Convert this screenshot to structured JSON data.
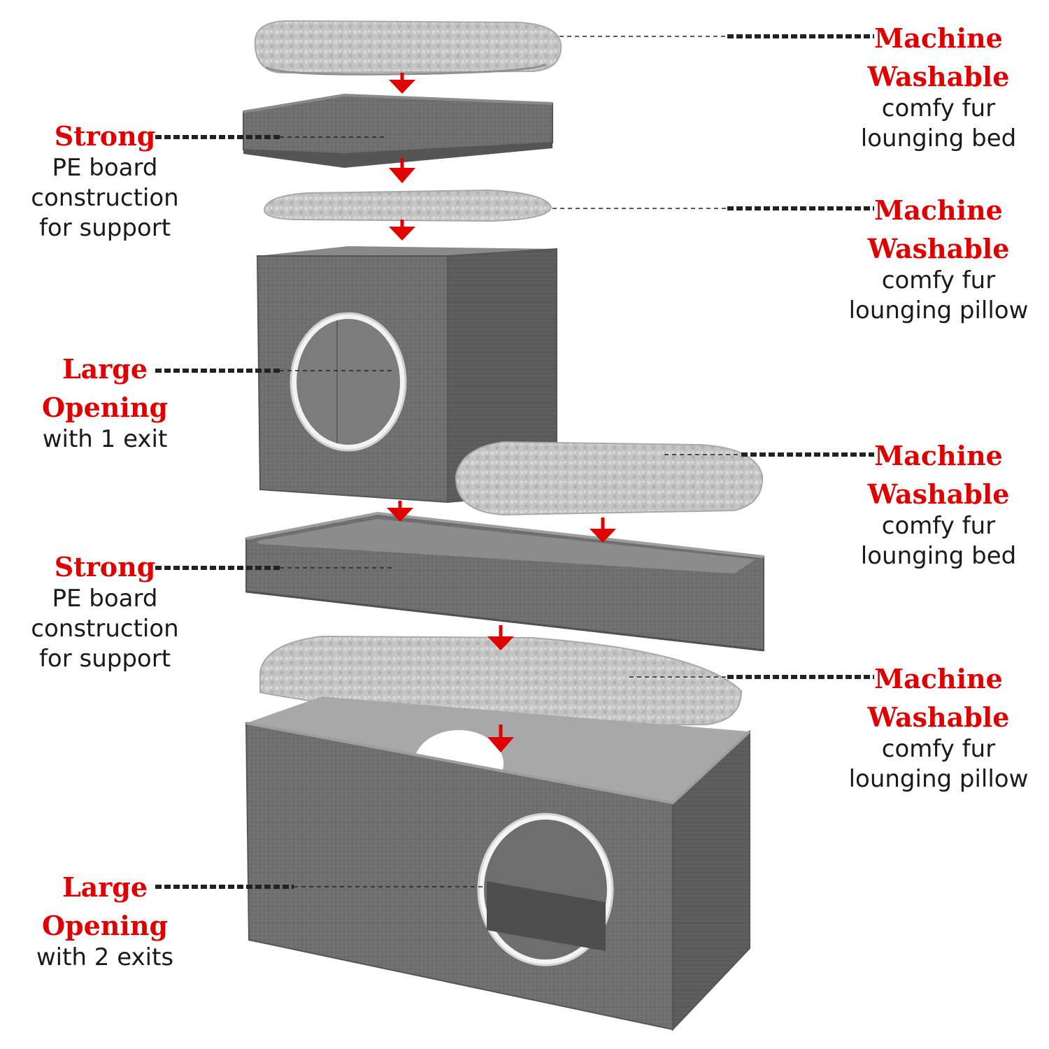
{
  "colors": {
    "accent": "#e00000",
    "fabric": "#6b6b6b",
    "fur": "#c9c9c9",
    "text": "#1a1a1a"
  },
  "callouts": {
    "right_1": {
      "title1": "Machine",
      "title2": "Washable",
      "desc1": "comfy fur",
      "desc2": "lounging bed"
    },
    "right_2": {
      "title1": "Machine",
      "title2": "Washable",
      "desc1": "comfy fur",
      "desc2": "lounging pillow"
    },
    "right_3": {
      "title1": "Machine",
      "title2": "Washable",
      "desc1": "comfy fur",
      "desc2": "lounging bed"
    },
    "right_4": {
      "title1": "Machine",
      "title2": "Washable",
      "desc1": "comfy fur",
      "desc2": "lounging pillow"
    },
    "left_1": {
      "title1": "Strong",
      "desc1": "PE board",
      "desc2": "construction",
      "desc3": "for support"
    },
    "left_2": {
      "title1": "Large",
      "title2": "Opening",
      "desc1": "with 1 exit"
    },
    "left_3": {
      "title1": "Strong",
      "desc1": "PE board",
      "desc2": "construction",
      "desc3": "for support"
    },
    "left_4": {
      "title1": "Large",
      "title2": "Opening",
      "desc1": "with 2 exits"
    }
  }
}
